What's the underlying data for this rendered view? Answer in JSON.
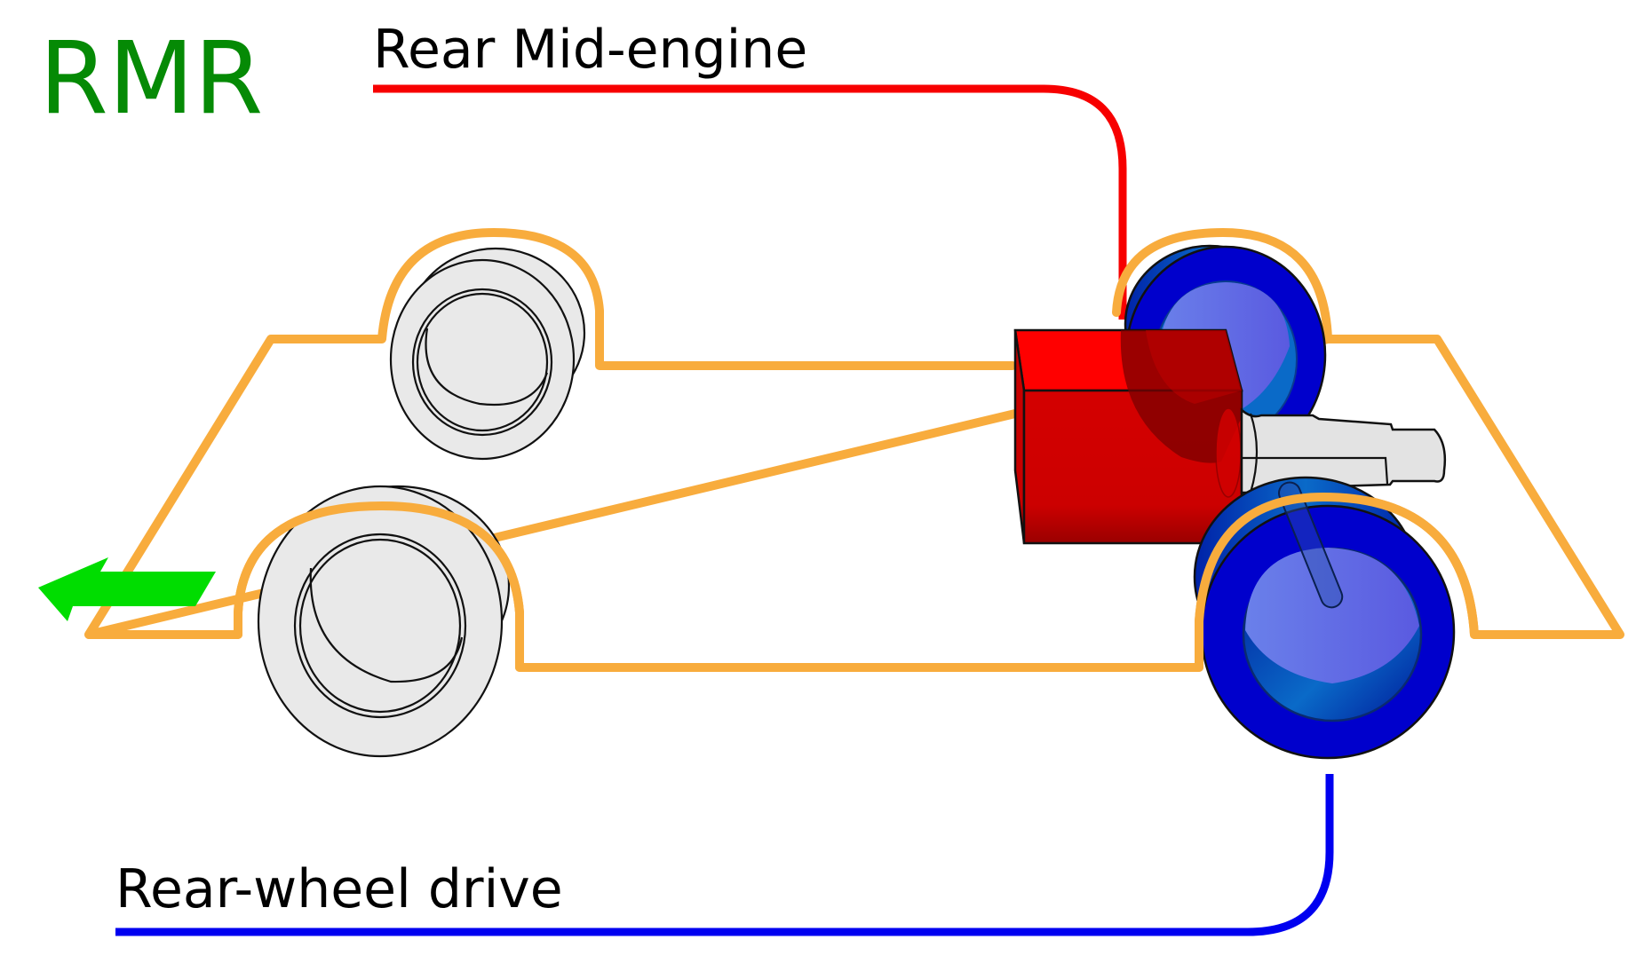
{
  "diagram": {
    "title": "RMR",
    "callouts": {
      "engine": "Rear Mid-engine",
      "drive": "Rear-wheel drive"
    },
    "direction_arrow": "forward-arrow",
    "colors": {
      "title": "#058a05",
      "body_outline": "#f8ac3d",
      "engine": "#e00000",
      "engine_leader": "#f70000",
      "driven_wheels": "#0000cc",
      "drive_leader": "#0000f0",
      "undriven_wheels": "#e9e9e9",
      "gearbox": "#e3e3e3",
      "arrow": "#00dd00"
    },
    "components": [
      {
        "name": "front-left-wheel",
        "driven": false
      },
      {
        "name": "front-right-wheel",
        "driven": false
      },
      {
        "name": "rear-left-wheel",
        "driven": true
      },
      {
        "name": "rear-right-wheel",
        "driven": true
      },
      {
        "name": "engine",
        "position": "rear mid"
      },
      {
        "name": "transaxle"
      }
    ]
  }
}
